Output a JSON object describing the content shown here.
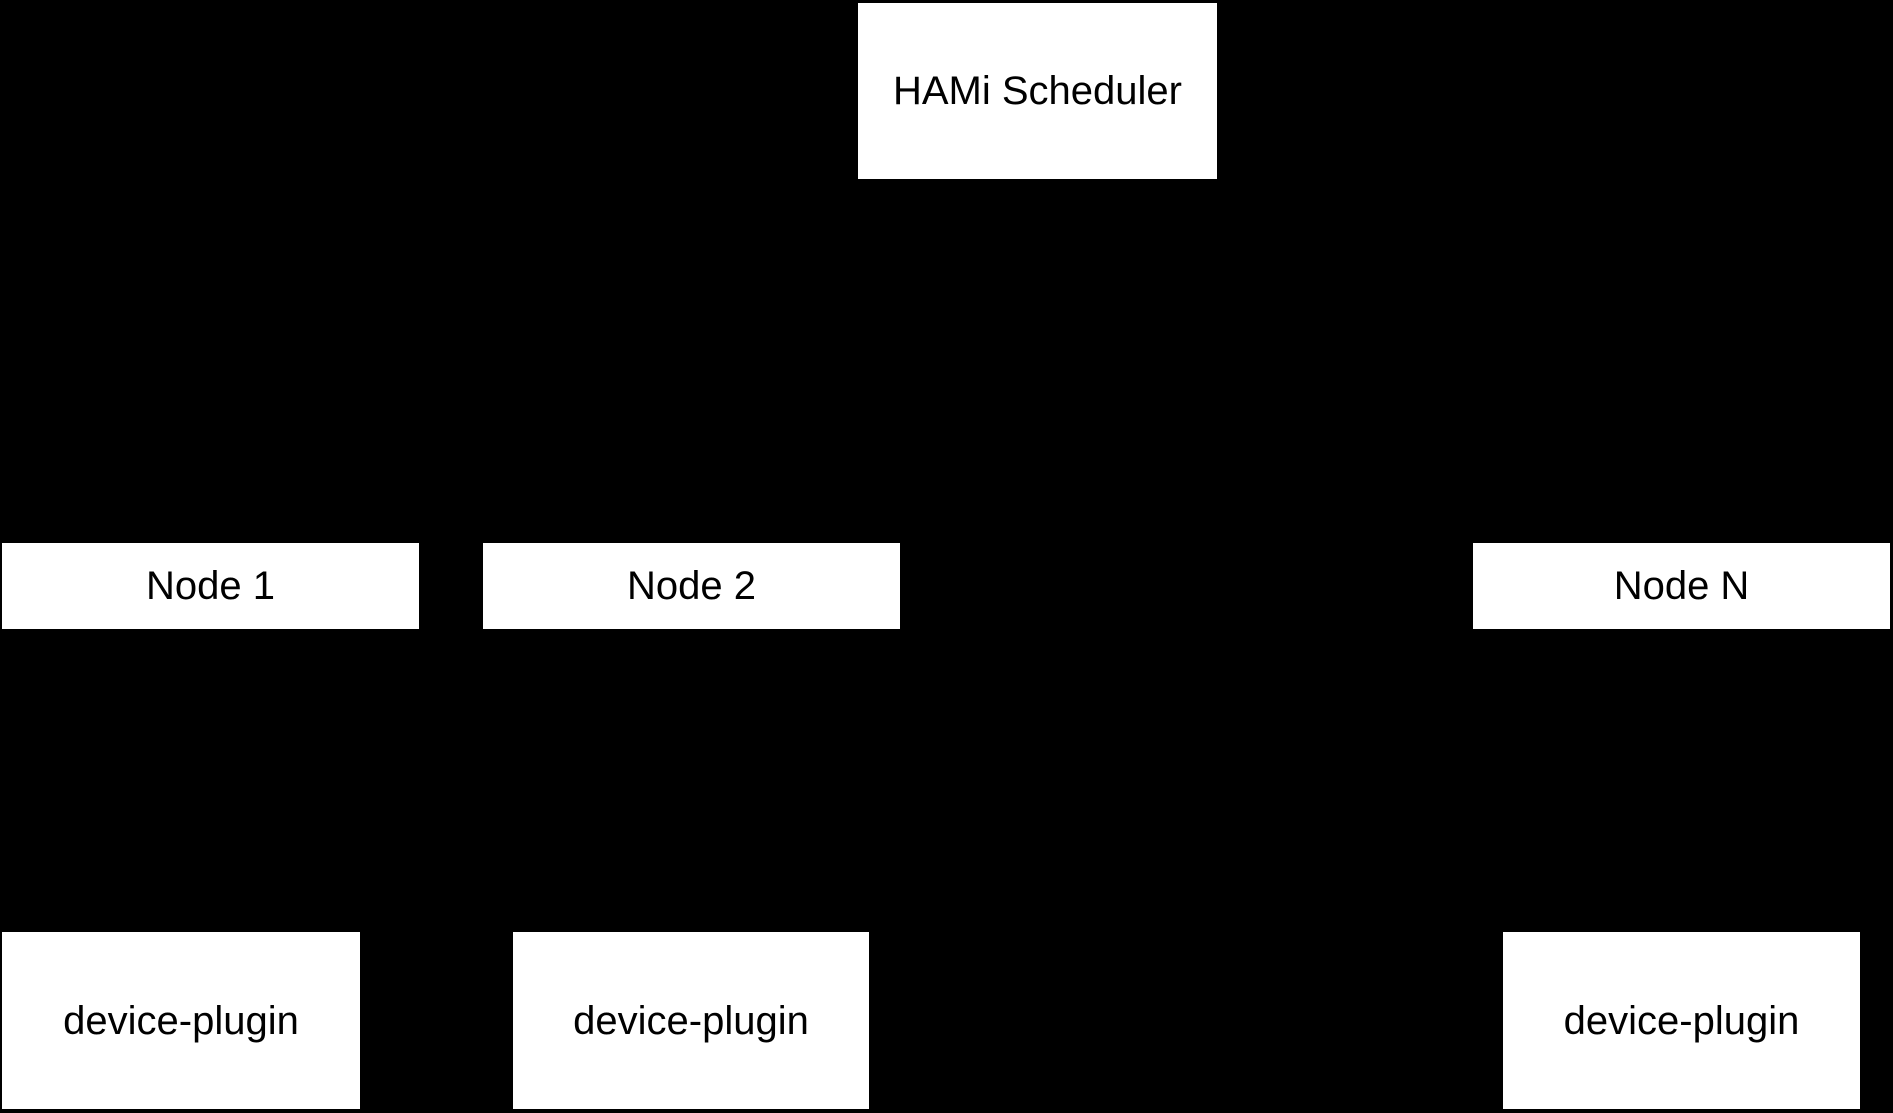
{
  "diagram": {
    "title": "HAMi scheduler / node / device-plugin architecture diagram",
    "colors": {
      "background": "#000000",
      "box_fill": "#ffffff",
      "box_text": "#000000"
    },
    "scheduler": {
      "label": "HAMi Scheduler"
    },
    "nodes": [
      {
        "label": "Node 1"
      },
      {
        "label": "Node 2"
      },
      {
        "label": "Node N"
      }
    ],
    "device_plugins": [
      {
        "label": "device-plugin"
      },
      {
        "label": "device-plugin"
      },
      {
        "label": "device-plugin"
      }
    ]
  }
}
